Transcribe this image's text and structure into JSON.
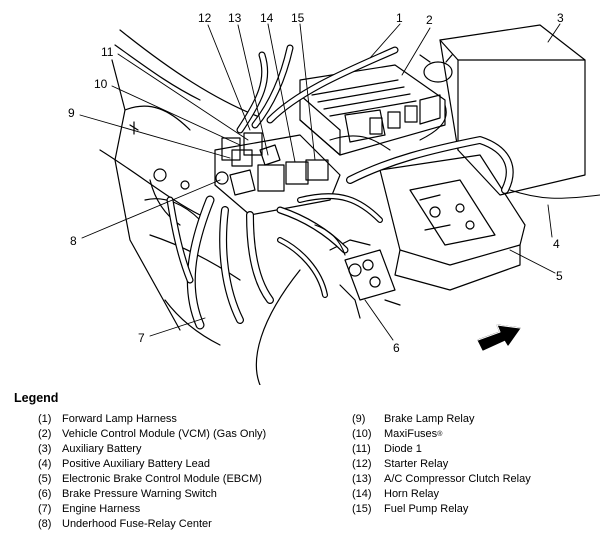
{
  "callouts": [
    "1",
    "2",
    "3",
    "4",
    "5",
    "6",
    "7",
    "8",
    "9",
    "10",
    "11",
    "12",
    "13",
    "14",
    "15"
  ],
  "legend": {
    "title": "Legend",
    "items": [
      {
        "num": "(1)",
        "label": "Forward Lamp Harness"
      },
      {
        "num": "(2)",
        "label": "Vehicle Control Module (VCM) (Gas Only)"
      },
      {
        "num": "(3)",
        "label": "Auxiliary Battery"
      },
      {
        "num": "(4)",
        "label": "Positive Auxiliary Battery Lead"
      },
      {
        "num": "(5)",
        "label": "Electronic Brake Control Module (EBCM)"
      },
      {
        "num": "(6)",
        "label": "Brake Pressure Warning Switch"
      },
      {
        "num": "(7)",
        "label": "Engine Harness"
      },
      {
        "num": "(8)",
        "label": "Underhood Fuse-Relay Center"
      },
      {
        "num": "(9)",
        "label": "Brake Lamp Relay"
      },
      {
        "num": "(10)",
        "label": "MaxiFuses",
        "sup": "®"
      },
      {
        "num": "(11)",
        "label": "Diode 1"
      },
      {
        "num": "(12)",
        "label": "Starter Relay"
      },
      {
        "num": "(13)",
        "label": "A/C Compressor Clutch Relay"
      },
      {
        "num": "(14)",
        "label": "Horn Relay"
      },
      {
        "num": "(15)",
        "label": "Fuel Pump Relay"
      }
    ]
  }
}
